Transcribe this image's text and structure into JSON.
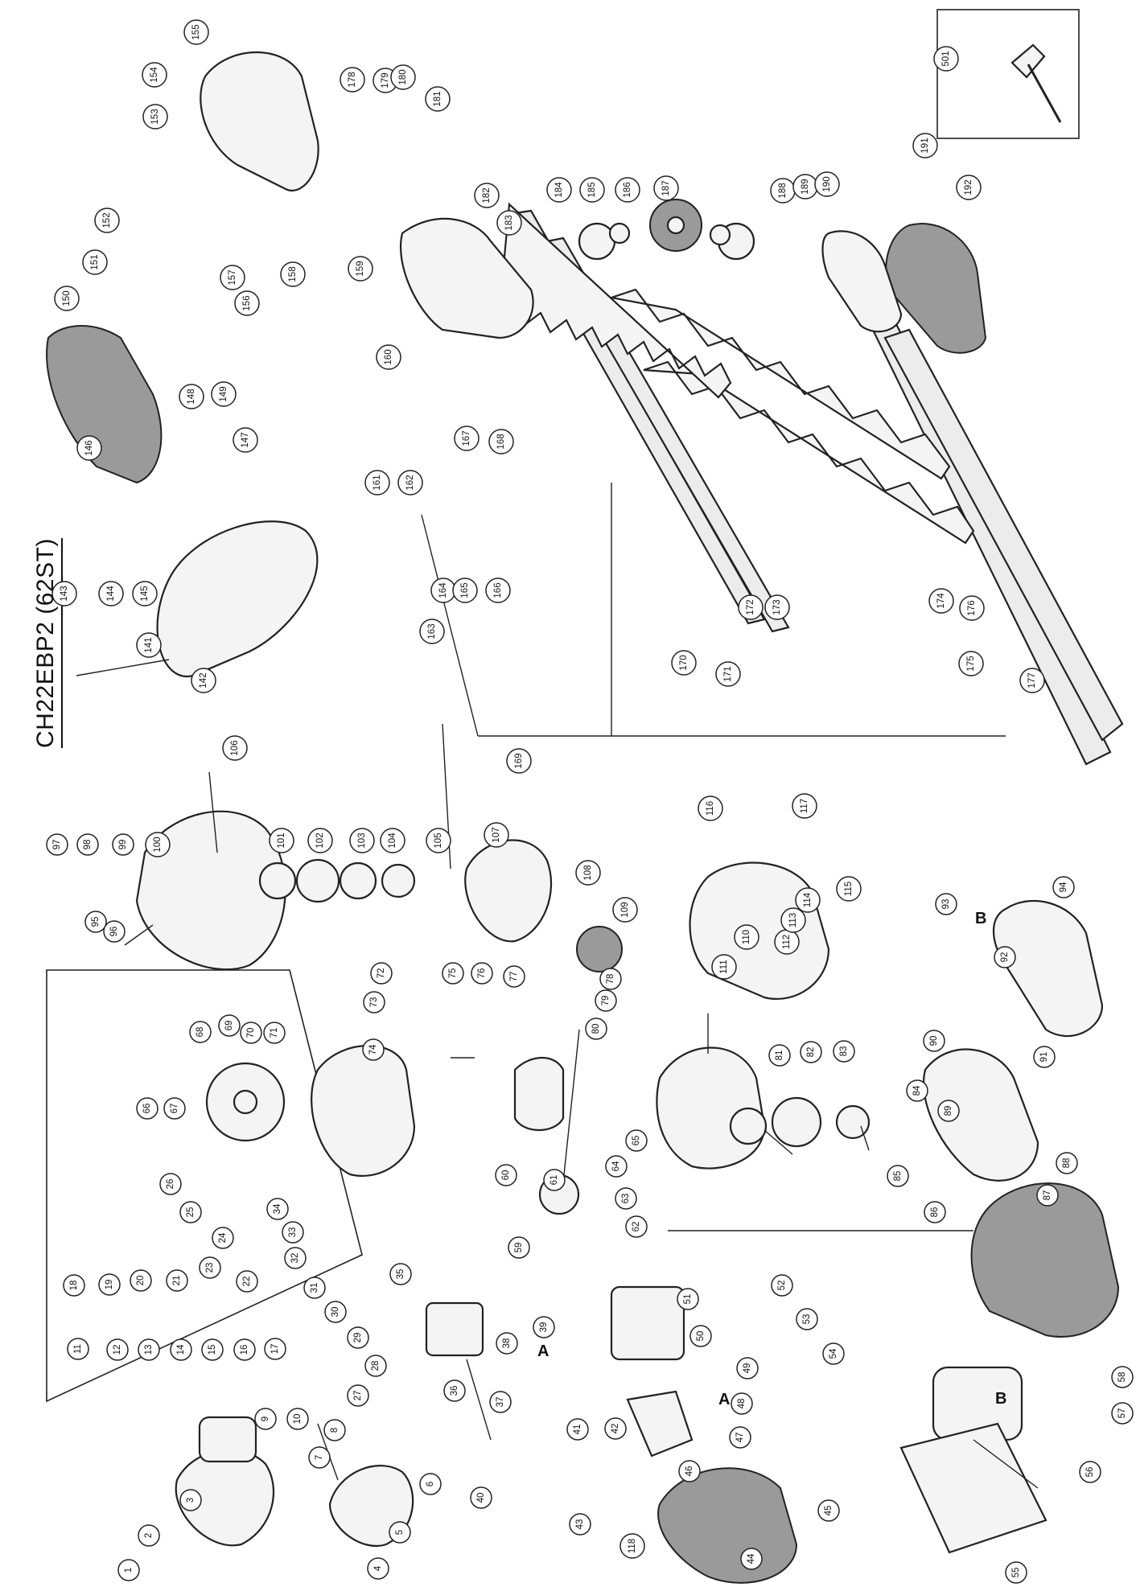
{
  "title": "CH22EBP2 (62ST)",
  "assembly_labels": [
    "A",
    "B"
  ],
  "callouts": [
    "1",
    "2",
    "3",
    "4",
    "5",
    "6",
    "7",
    "8",
    "9",
    "10",
    "11",
    "12",
    "13",
    "14",
    "15",
    "16",
    "17",
    "18",
    "19",
    "20",
    "21",
    "22",
    "23",
    "24",
    "25",
    "26",
    "27",
    "28",
    "29",
    "30",
    "31",
    "32",
    "33",
    "34",
    "35",
    "36",
    "37",
    "38",
    "39",
    "40",
    "41",
    "42",
    "43",
    "44",
    "45",
    "46",
    "47",
    "48",
    "49",
    "50",
    "51",
    "52",
    "53",
    "54",
    "55",
    "56",
    "57",
    "58",
    "59",
    "60",
    "61",
    "62",
    "63",
    "64",
    "65",
    "66",
    "67",
    "68",
    "69",
    "70",
    "71",
    "72",
    "73",
    "74",
    "75",
    "76",
    "77",
    "78",
    "79",
    "80",
    "81",
    "82",
    "83",
    "84",
    "85",
    "86",
    "87",
    "88",
    "89",
    "90",
    "91",
    "92",
    "93",
    "94",
    "95",
    "96",
    "97",
    "98",
    "99",
    "100",
    "101",
    "102",
    "103",
    "104",
    "105",
    "106",
    "107",
    "108",
    "109",
    "110",
    "111",
    "112",
    "113",
    "114",
    "115",
    "116",
    "117",
    "118",
    "141",
    "142",
    "143",
    "144",
    "145",
    "146",
    "147",
    "148",
    "149",
    "150",
    "151",
    "152",
    "153",
    "154",
    "155",
    "156",
    "157",
    "158",
    "159",
    "160",
    "161",
    "162",
    "163",
    "164",
    "165",
    "166",
    "167",
    "168",
    "169",
    "170",
    "171",
    "172",
    "173",
    "174",
    "175",
    "176",
    "177",
    "178",
    "179",
    "180",
    "181",
    "182",
    "183",
    "184",
    "185",
    "186",
    "187",
    "188",
    "189",
    "190",
    "191",
    "192",
    "501"
  ]
}
